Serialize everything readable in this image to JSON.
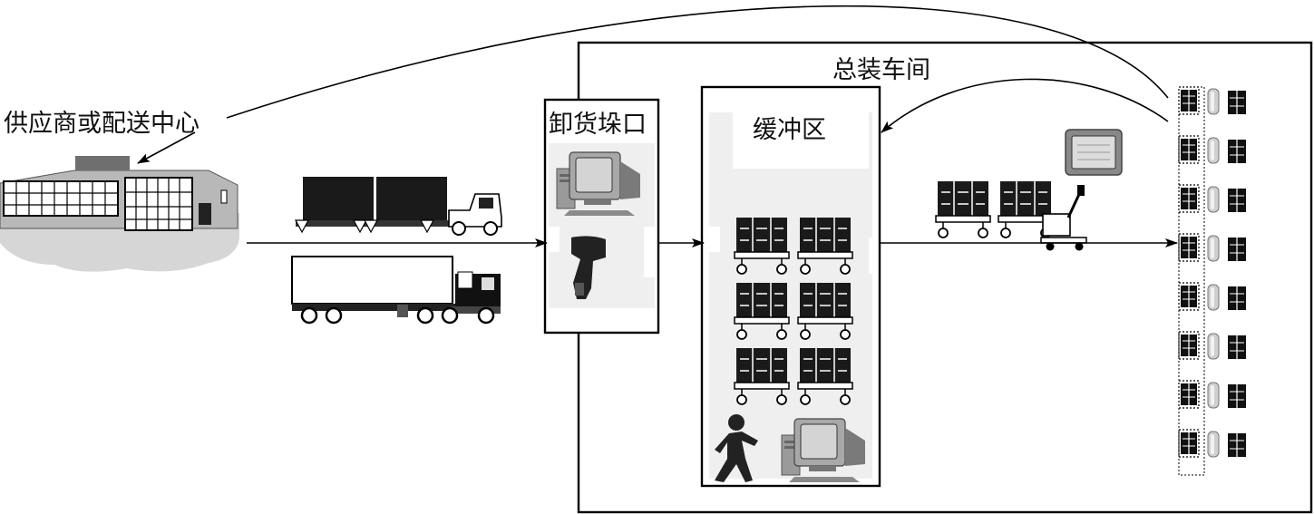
{
  "labels": {
    "supplier": "供应商或配送中心",
    "assembly_workshop": "总装车间",
    "unloading_dock": "卸货垛口",
    "buffer_zone": "缓冲区"
  },
  "icons": {
    "warehouse": "warehouse-building-icon",
    "flatbed_truck": "flatbed-truck-icon",
    "box_truck": "semi-trailer-truck-icon",
    "computer": "desktop-computer-icon",
    "scanner": "barcode-scanner-icon",
    "cart": "material-cart-icon",
    "worker": "worker-icon",
    "monitor": "monitor-icon",
    "pallet_jack": "pallet-jack-icon",
    "line_station": "assembly-line-station-icon"
  },
  "colors": {
    "line": "#000000",
    "zone_fill": "#f0f0f0",
    "dark": "#1a1a1a",
    "mid_gray": "#8a8a8a",
    "light_gray": "#d8d8d8"
  }
}
